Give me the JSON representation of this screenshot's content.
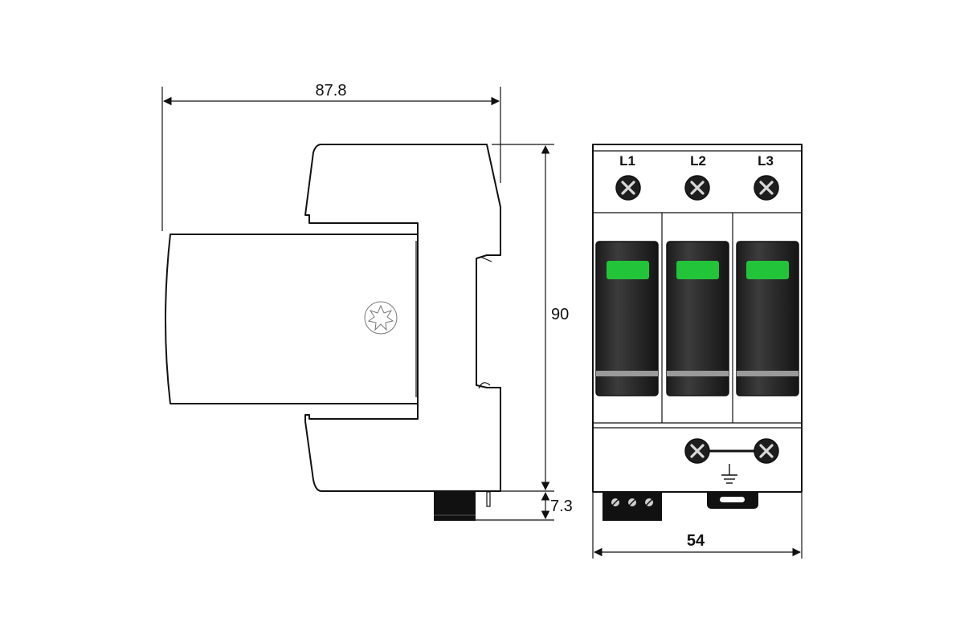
{
  "dimensions": {
    "depth": "87.8",
    "height": "90",
    "rail_offset": "7.3",
    "width": "54"
  },
  "poles": [
    {
      "label": "L1",
      "indicator_color": "#22c43a"
    },
    {
      "label": "L2",
      "indicator_color": "#22c43a"
    },
    {
      "label": "L3",
      "indicator_color": "#22c43a"
    }
  ],
  "colors": {
    "module_body": "#2a2a2a",
    "indicator": "#22c43a",
    "housing": "#ffffff",
    "line": "#111111"
  },
  "icons": {
    "terminal": "screw-terminal-icon",
    "ground": "ground-symbol-icon",
    "logo": "burst-logo-icon"
  }
}
